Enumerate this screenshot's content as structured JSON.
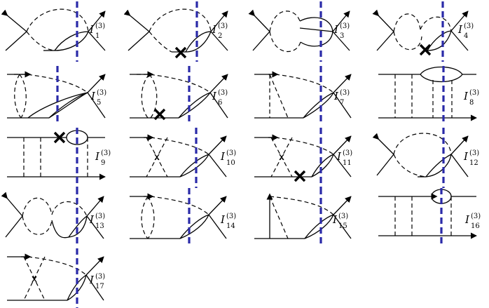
{
  "diagrams": [
    {
      "id": "I1",
      "label_main": "I",
      "label_sup": "(3)",
      "label_sub": "1"
    },
    {
      "id": "I2",
      "label_main": "I",
      "label_sup": "(3)",
      "label_sub": "2"
    },
    {
      "id": "I3",
      "label_main": "I",
      "label_sup": "(3)",
      "label_sub": "3"
    },
    {
      "id": "I4",
      "label_main": "I",
      "label_sup": "(3)",
      "label_sub": "4"
    },
    {
      "id": "I5",
      "label_main": "I",
      "label_sup": "(3)",
      "label_sub": "5"
    },
    {
      "id": "I6",
      "label_main": "I",
      "label_sup": "(3)",
      "label_sub": "6"
    },
    {
      "id": "I7",
      "label_main": "I",
      "label_sup": "(3)",
      "label_sub": "7"
    },
    {
      "id": "I8",
      "label_main": "I",
      "label_sup": "(3)",
      "label_sub": "8"
    },
    {
      "id": "I9",
      "label_main": "I",
      "label_sup": "(3)",
      "label_sub": "9"
    },
    {
      "id": "I10",
      "label_main": "I",
      "label_sup": "(3)",
      "label_sub": "10"
    },
    {
      "id": "I11",
      "label_main": "I",
      "label_sup": "(3)",
      "label_sub": "11"
    },
    {
      "id": "I12",
      "label_main": "I",
      "label_sup": "(3)",
      "label_sub": "12"
    },
    {
      "id": "I13",
      "label_main": "I",
      "label_sup": "(3)",
      "label_sub": "13"
    },
    {
      "id": "I14",
      "label_main": "I",
      "label_sup": "(3)",
      "label_sub": "14"
    },
    {
      "id": "I15",
      "label_main": "I",
      "label_sup": "(3)",
      "label_sub": "15"
    },
    {
      "id": "I16",
      "label_main": "I",
      "label_sup": "(3)",
      "label_sub": "16"
    },
    {
      "id": "I17",
      "label_main": "I",
      "label_sup": "(3)",
      "label_sub": "17"
    }
  ],
  "colors": {
    "cut_line": "#2a2aa8",
    "ink": "#000000"
  }
}
